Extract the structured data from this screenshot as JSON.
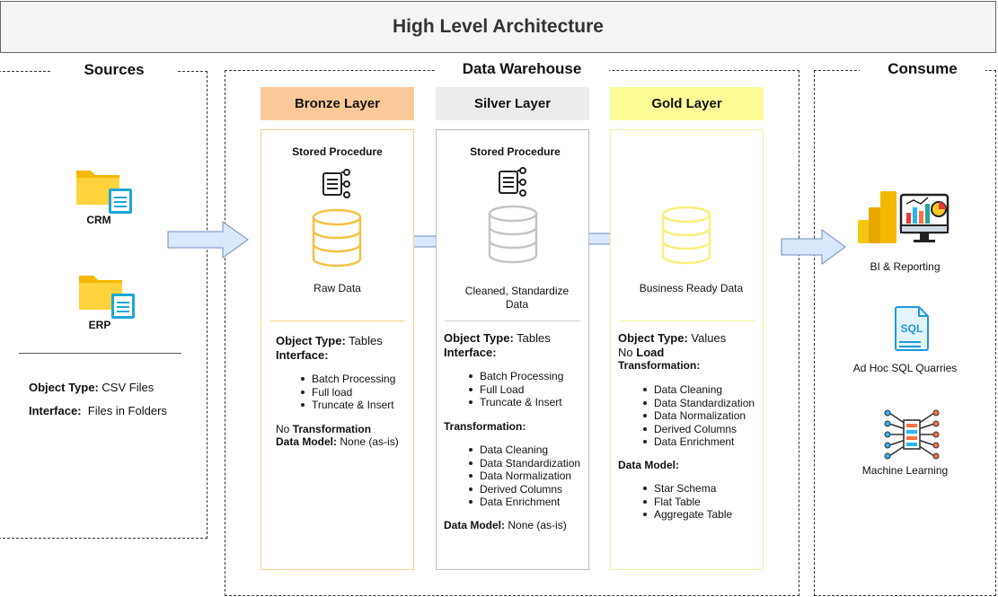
{
  "title": "High Level Architecture",
  "sources": {
    "title": "Sources",
    "items": [
      "CRM",
      "ERP"
    ],
    "object_type_key": "Object Type:",
    "object_type_val": "CSV Files",
    "interface_key": "Interface:",
    "interface_val": "Files in Folders"
  },
  "warehouse": {
    "title": "Data Warehouse"
  },
  "bronze": {
    "title": "Bronze Layer",
    "proc": "Stored Procedure",
    "db_label": "Raw Data",
    "object_type_key": "Object Type:",
    "object_type_val": "Tables",
    "interface_key": "Interface:",
    "interface_items": [
      "Batch Processing",
      "Full load",
      "Truncate & Insert"
    ],
    "no_word": "No",
    "transformation_key": "Transformation",
    "data_model_key": "Data Model:",
    "data_model_val": "None (as-is)"
  },
  "silver": {
    "title": "Silver Layer",
    "proc": "Stored Procedure",
    "db_label_1": "Cleaned, Standardize",
    "db_label_2": "Data",
    "object_type_key": "Object Type:",
    "object_type_val": "Tables",
    "interface_key": "Interface:",
    "interface_items": [
      "Batch Processing",
      "Full Load",
      "Truncate & Insert"
    ],
    "transformation_key": "Transformation:",
    "transformation_items": [
      "Data Cleaning",
      "Data Standardization",
      "Data Normalization",
      "Derived Columns",
      "Data Enrichment"
    ],
    "data_model_key": "Data Model:",
    "data_model_val": "None (as-is)"
  },
  "gold": {
    "title": "Gold Layer",
    "db_label": "Business Ready Data",
    "object_type_key": "Object Type:",
    "object_type_val": "Values",
    "no_word": "No",
    "load_key": "Load",
    "transformation_key": "Transformation:",
    "transformation_items": [
      "Data Cleaning",
      "Data Standardization",
      "Data Normalization",
      "Derived Columns",
      "Data Enrichment"
    ],
    "data_model_key": "Data Model:",
    "data_model_items": [
      "Star Schema",
      "Flat Table",
      "Aggregate Table"
    ]
  },
  "consume": {
    "title": "Consume",
    "items": [
      "BI & Reporting",
      "Ad Hoc SQL Quarries",
      "Machine Learning"
    ],
    "sql_badge": "SQL"
  },
  "colors": {
    "bronze_head": "#fbc999",
    "bronze_border": "#fad18c",
    "silver_head": "#ececec",
    "silver_border": "#bdbdbd",
    "gold_head": "#fcfc96",
    "gold_border": "#f4ef9a",
    "arrow_fill": "#dae8fc",
    "arrow_stroke": "#6c8ebf"
  }
}
